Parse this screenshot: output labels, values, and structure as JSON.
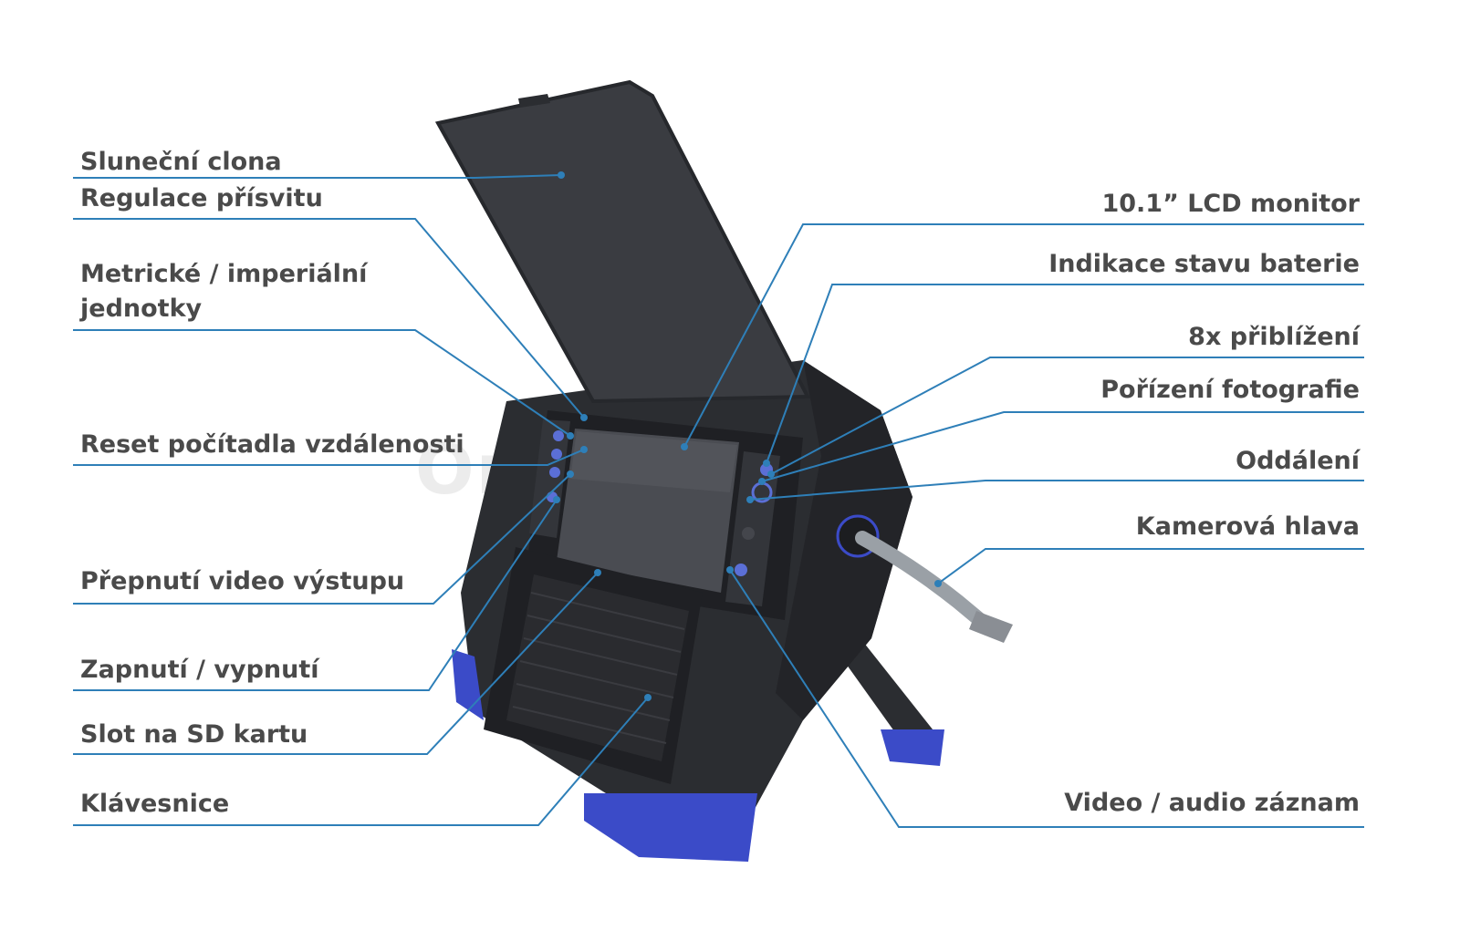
{
  "watermark": "OnlineShop",
  "colors": {
    "leader_line": "#2e7fb8",
    "label_text": "#4a4a4a",
    "device_body": "#2b2d31",
    "device_accent": "#3b4bc8",
    "screen": "#3d3f44"
  },
  "labels_left": [
    {
      "id": "sun-shade",
      "text": "Sluneční clona"
    },
    {
      "id": "brightness",
      "text": "Regulace přísvitu"
    },
    {
      "id": "units-1",
      "text": "Metrické / imperiální"
    },
    {
      "id": "units-2",
      "text": "jednotky"
    },
    {
      "id": "reset-counter",
      "text": "Reset počítadla vzdálenosti"
    },
    {
      "id": "video-output",
      "text": "Přepnutí video výstupu"
    },
    {
      "id": "power",
      "text": "Zapnutí / vypnutí"
    },
    {
      "id": "sd-slot",
      "text": "Slot na SD kartu"
    },
    {
      "id": "keyboard",
      "text": "Klávesnice"
    }
  ],
  "labels_right": [
    {
      "id": "lcd",
      "text": "10.1” LCD monitor"
    },
    {
      "id": "battery",
      "text": "Indikace stavu baterie"
    },
    {
      "id": "zoom-in",
      "text": "8x přiblížení"
    },
    {
      "id": "photo",
      "text": "Pořízení fotografie"
    },
    {
      "id": "zoom-out",
      "text": "Oddálení"
    },
    {
      "id": "camera-head",
      "text": "Kamerová hlava"
    },
    {
      "id": "record",
      "text": "Video / audio záznam"
    }
  ]
}
